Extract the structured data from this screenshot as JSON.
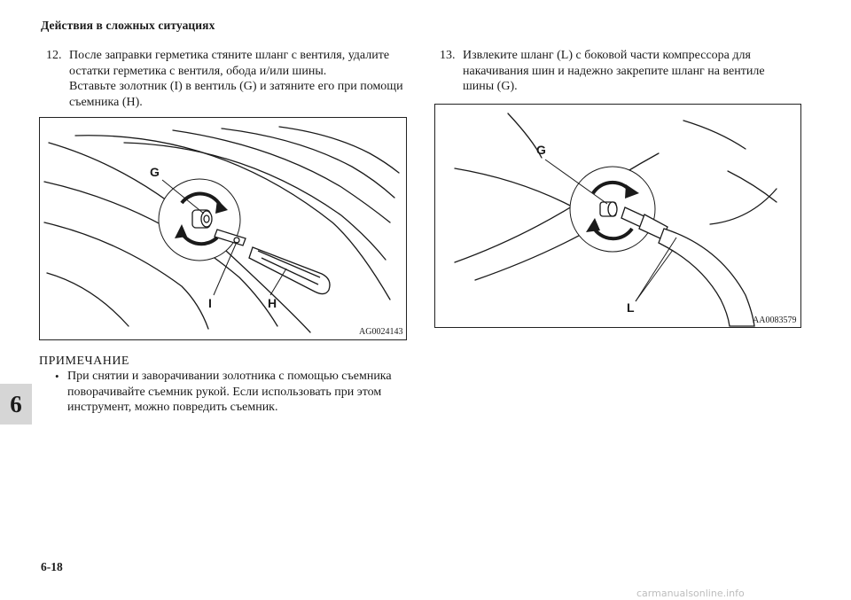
{
  "header": {
    "title": "Действия в сложных ситуациях"
  },
  "section_tab": {
    "label": "6"
  },
  "step12": {
    "number": "12.",
    "lines": [
      "После заправки герметика стяните шланг с вентиля, удалите",
      "остатки герметика с вентиля, обода и/или шины.",
      "Вставьте золотник (I) в вентиль (G) и затяните его при помощи",
      "съемника (H)."
    ]
  },
  "figure1": {
    "code": "AG0024143",
    "callouts": {
      "g": "G",
      "i": "I",
      "h": "H"
    }
  },
  "step13": {
    "number": "13.",
    "lines": [
      "Извлеките шланг (L) с боковой части компрессора для",
      "накачивания шин и надежно закрепите шланг на вентиле",
      "шины (G)."
    ]
  },
  "figure2": {
    "code": "AA0083579",
    "callouts": {
      "g": "G",
      "l": "L"
    }
  },
  "note": {
    "title": "ПРИМЕЧАНИЕ",
    "bullet": "•",
    "lines": [
      "При снятии и заворачивании золотника с помощью съемника",
      "поворачивайте съемник рукой. Если использовать при этом",
      "инструмент, можно повредить съемник."
    ]
  },
  "footer": {
    "page_number": "6-18",
    "watermark": "carmanualsonline.info"
  }
}
